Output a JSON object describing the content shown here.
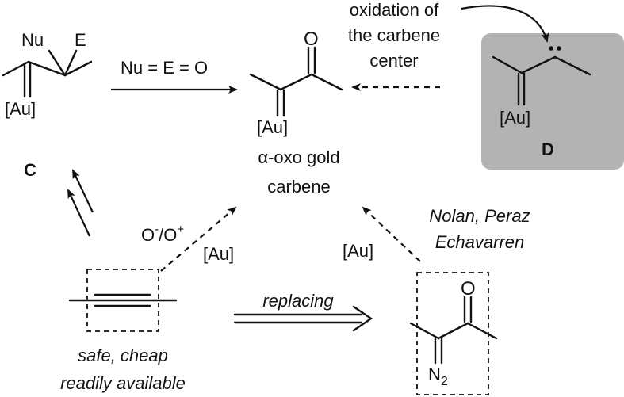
{
  "colors": {
    "ink": "#111111",
    "highlight_box": "#b3b3b3",
    "background": "#ffffff"
  },
  "intermediate_c": {
    "nu": "Nu",
    "e": "E",
    "metal": "[Au]",
    "label": "C"
  },
  "arrow_top": {
    "label": "Nu = E = O"
  },
  "center": {
    "oxygen": "O",
    "metal": "[Au]",
    "name_line1": "α-oxo gold",
    "name_line2": "carbene"
  },
  "carbene_d": {
    "note_line1": "oxidation of",
    "note_line2": "the carbene",
    "note_line3": "center",
    "metal": "[Au]",
    "label": "D"
  },
  "alkyne_route": {
    "oxidant": "O",
    "oxidant_sup1": "-",
    "oxidant_slash": "/O",
    "oxidant_sup2": "+",
    "catalyst": "[Au]",
    "note_line1": "safe, cheap",
    "note_line2": "readily available"
  },
  "replace_arrow": {
    "label": "replacing"
  },
  "diazo_route": {
    "catalyst": "[Au]",
    "authors_line1": "Nolan, Peraz",
    "authors_line2": "Echavarren",
    "oxygen": "O",
    "n2_main": "N",
    "n2_sub": "2"
  }
}
